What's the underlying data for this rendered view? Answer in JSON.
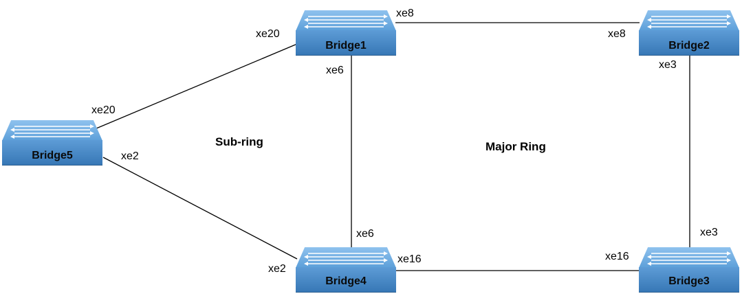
{
  "diagram": {
    "labels": {
      "sub_ring": "Sub-ring",
      "major_ring": "Major Ring"
    },
    "bridges": [
      {
        "id": "bridge1",
        "name": "Bridge1"
      },
      {
        "id": "bridge2",
        "name": "Bridge2"
      },
      {
        "id": "bridge3",
        "name": "Bridge3"
      },
      {
        "id": "bridge4",
        "name": "Bridge4"
      },
      {
        "id": "bridge5",
        "name": "Bridge5"
      }
    ],
    "links": [
      {
        "from": "Bridge1",
        "from_port": "xe8",
        "to": "Bridge2",
        "to_port": "xe8"
      },
      {
        "from": "Bridge2",
        "from_port": "xe3",
        "to": "Bridge3",
        "to_port": "xe3"
      },
      {
        "from": "Bridge3",
        "from_port": "xe16",
        "to": "Bridge4",
        "to_port": "xe16"
      },
      {
        "from": "Bridge4",
        "from_port": "xe6",
        "to": "Bridge1",
        "to_port": "xe6"
      },
      {
        "from": "Bridge1",
        "from_port": "xe20",
        "to": "Bridge5",
        "to_port": "xe20"
      },
      {
        "from": "Bridge5",
        "from_port": "xe2",
        "to": "Bridge4",
        "to_port": "xe2"
      }
    ],
    "colors": {
      "device_top": "#8fc2ee",
      "device_front": "#3778b6",
      "link": "#000000"
    }
  }
}
